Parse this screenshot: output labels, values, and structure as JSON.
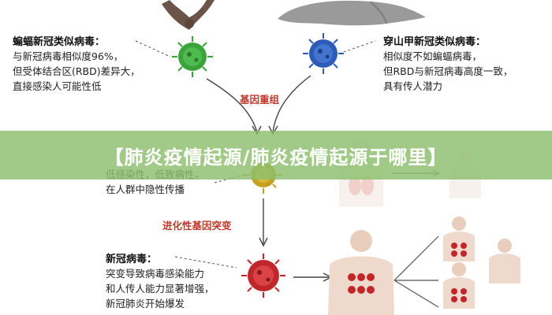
{
  "bat_source": {
    "title": "蝙蝠新冠类似病毒：",
    "line1": "与新冠病毒相似度96%，",
    "line2": "但受体结合区(RBD)差异大，",
    "line3": "直接感染人可能性低"
  },
  "pangolin_source": {
    "title": "穿山甲新冠类似病毒：",
    "line1": "相似度不如蝙蝠病毒，",
    "line2": "但RBD与新冠病毒高度一致，",
    "line3": "具有传人潜力"
  },
  "stage_recombination": "基因重组",
  "hidden_virus": {
    "line1": "低感染性，低致病性，",
    "line2": "在人群中隐性传播"
  },
  "stage_mutation": "进化性基因突变",
  "sars_cov2": {
    "title": "新冠病毒：",
    "line1": "突变导致病毒感染能力",
    "line2": "和人传人能力显著增强，",
    "line3": "新冠肺炎开始爆发"
  },
  "banner": {
    "text": "【肺炎疫情起源/肺炎疫情起源于哪里】"
  },
  "colors": {
    "bat_virus": "#3aa43a",
    "pangolin_virus": "#2c5cb8",
    "hidden_virus": "#c8a020",
    "sars_virus": "#c0262a",
    "banner_bg": "#8cbe6e",
    "stage_text": "#c0392b"
  }
}
